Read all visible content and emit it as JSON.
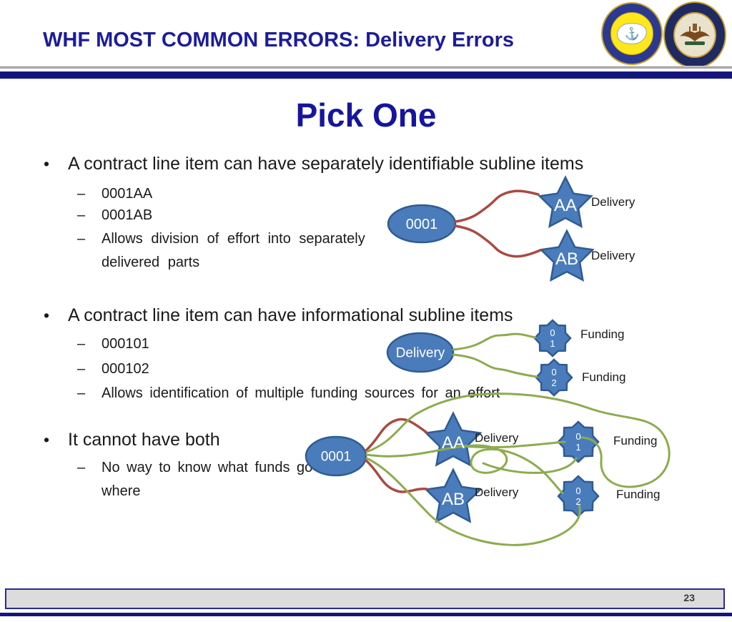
{
  "header": {
    "title": "WHF MOST COMMON ERRORS: Delivery Errors",
    "seal1_icon": "assistant-secretary-of-the-navy-seal",
    "seal2_icon": "department-of-the-navy-seal",
    "anchor_glyph": "⚓",
    "star_glyph": "★"
  },
  "slide_title": "Pick One",
  "markers": {
    "bullet": "•",
    "dash": "–"
  },
  "content": {
    "bullet1": {
      "text": "A contract line item can have separately identifiable subline items",
      "sub1": "0001AA",
      "sub2": "0001AB",
      "sub3": "Allows division of effort into separately delivered parts"
    },
    "bullet2": {
      "text": "A contract line item can have informational subline items",
      "sub1": "000101",
      "sub2": "000102",
      "sub3": "Allows identification of multiple funding sources for an effort"
    },
    "bullet3": {
      "text": "It cannot have both",
      "sub1": "No way to know what funds go where"
    }
  },
  "diagram1": {
    "source_label": "0001",
    "star1_label": "AA",
    "star1_tag": "Delivery",
    "star2_label": "AB",
    "star2_tag": "Delivery"
  },
  "diagram2": {
    "source_label": "Delivery",
    "badge1_line1": "0",
    "badge1_line2": "1",
    "badge1_tag": "Funding",
    "badge2_line1": "0",
    "badge2_line2": "2",
    "badge2_tag": "Funding"
  },
  "diagram3": {
    "source_label": "0001",
    "star1_label": "AA",
    "star1_tag": "Delivery",
    "star2_label": "AB",
    "star2_tag": "Delivery",
    "badge1_line1": "0",
    "badge1_line2": "1",
    "badge1_tag": "Funding",
    "badge2_line1": "0",
    "badge2_line2": "2",
    "badge2_tag": "Funding"
  },
  "footer": {
    "page_number": "23"
  },
  "colors": {
    "accent_navy": "#14147e",
    "title_blue": "#1c1c9c",
    "node_fill": "#4a7cbb",
    "node_stroke": "#2f5b92",
    "red_link": "#a94a44",
    "green_link": "#8cac4e",
    "footer_gray": "#dcdcdc"
  }
}
